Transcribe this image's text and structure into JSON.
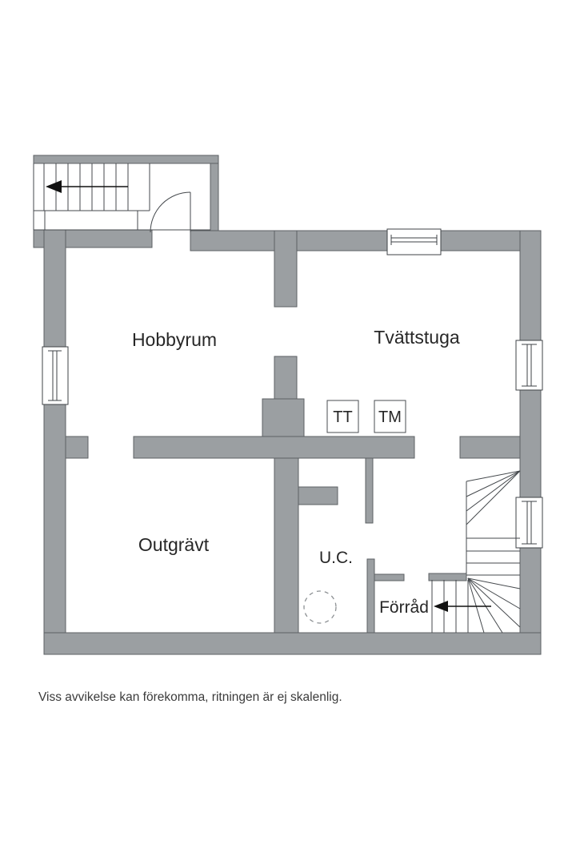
{
  "floorplan": {
    "rooms": [
      {
        "id": "hobbyrum",
        "label": "Hobbyrum"
      },
      {
        "id": "tvattstuga",
        "label": "Tvättstuga"
      },
      {
        "id": "outgravt",
        "label": "Outgrävt"
      },
      {
        "id": "uc",
        "label": "U.C."
      },
      {
        "id": "forrad",
        "label": "Förråd"
      }
    ],
    "appliances": [
      {
        "id": "tt",
        "label": "TT"
      },
      {
        "id": "tm",
        "label": "TM"
      }
    ],
    "icons": [
      "stair-direction-arrow-upper",
      "stair-direction-arrow-lower",
      "door-swing-arc",
      "window-symbol",
      "floor-drain-dashed-circle"
    ],
    "colors": {
      "wall_fill": "#9b9fa2",
      "wall_stroke": "#5d6164",
      "line": "#45494d",
      "background": "#ffffff",
      "text": "#272727",
      "dashed_circle": "#8d9194"
    }
  },
  "footer": {
    "disclaimer": "Viss avvikelse kan förekomma, ritningen är ej skalenlig."
  }
}
